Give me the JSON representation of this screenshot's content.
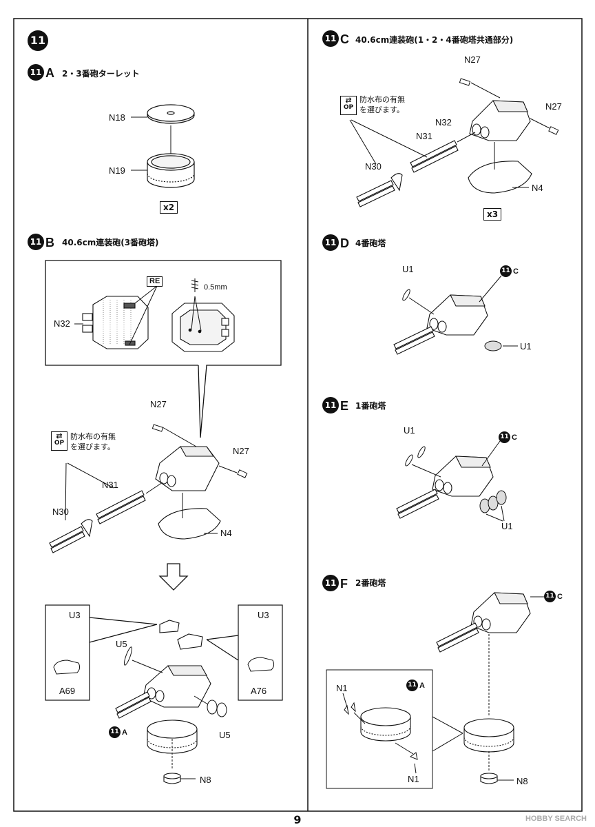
{
  "page_number": "9",
  "watermark": "HOBBY SEARCH",
  "step": {
    "number": "11",
    "sub_a": {
      "letter": "A",
      "title": "2・3番砲ターレット",
      "parts": [
        "N18",
        "N19"
      ],
      "quantity": "x2"
    },
    "sub_b": {
      "letter": "B",
      "title": "40.6cm連装砲(3番砲塔)",
      "detail": {
        "re_label": "RE",
        "drill_size": "0.5mm",
        "part": "N32"
      },
      "op_label": "OP",
      "op_note": "防水布の有無\nを選びます。",
      "parts": [
        "N27",
        "N27",
        "N31",
        "N30",
        "N4"
      ],
      "lower": {
        "ref_badge": "11",
        "ref_letter": "A",
        "parts": [
          "U3",
          "A69",
          "U3",
          "A76",
          "U5",
          "U5",
          "N8"
        ]
      }
    },
    "sub_c": {
      "letter": "C",
      "title": "40.6cm連装砲(1・2・4番砲塔共通部分)",
      "op_label": "OP",
      "op_note": "防水布の有無\nを選びます。",
      "parts": [
        "N27",
        "N27",
        "N32",
        "N31",
        "N30",
        "N4"
      ],
      "quantity": "x3"
    },
    "sub_d": {
      "letter": "D",
      "title": "4番砲塔",
      "ref_badge": "11",
      "ref_letter": "C",
      "parts": [
        "U1",
        "U1"
      ]
    },
    "sub_e": {
      "letter": "E",
      "title": "1番砲塔",
      "ref_badge": "11",
      "ref_letter": "C",
      "parts": [
        "U1",
        "U1"
      ]
    },
    "sub_f": {
      "letter": "F",
      "title": "2番砲塔",
      "ref_badge": "11",
      "ref_letter": "C",
      "inset_ref_badge": "11",
      "inset_ref_letter": "A",
      "parts": [
        "N1",
        "N1",
        "N8"
      ]
    }
  }
}
